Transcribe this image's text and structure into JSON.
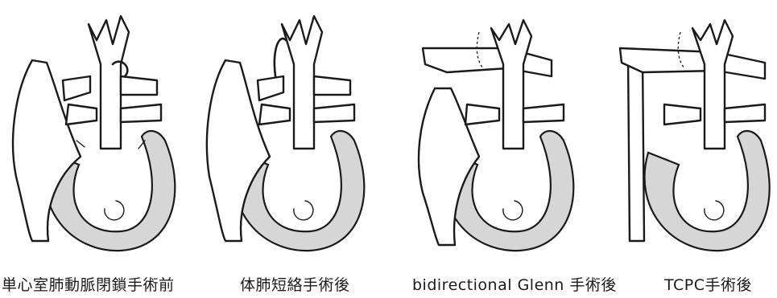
{
  "panels": [
    {
      "caption": "単心室肺動脈閉鎖手術前"
    },
    {
      "caption": "体肺短絡手術後"
    },
    {
      "caption": "bidirectional Glenn 手術後"
    },
    {
      "caption": "TCPC手術後"
    }
  ]
}
